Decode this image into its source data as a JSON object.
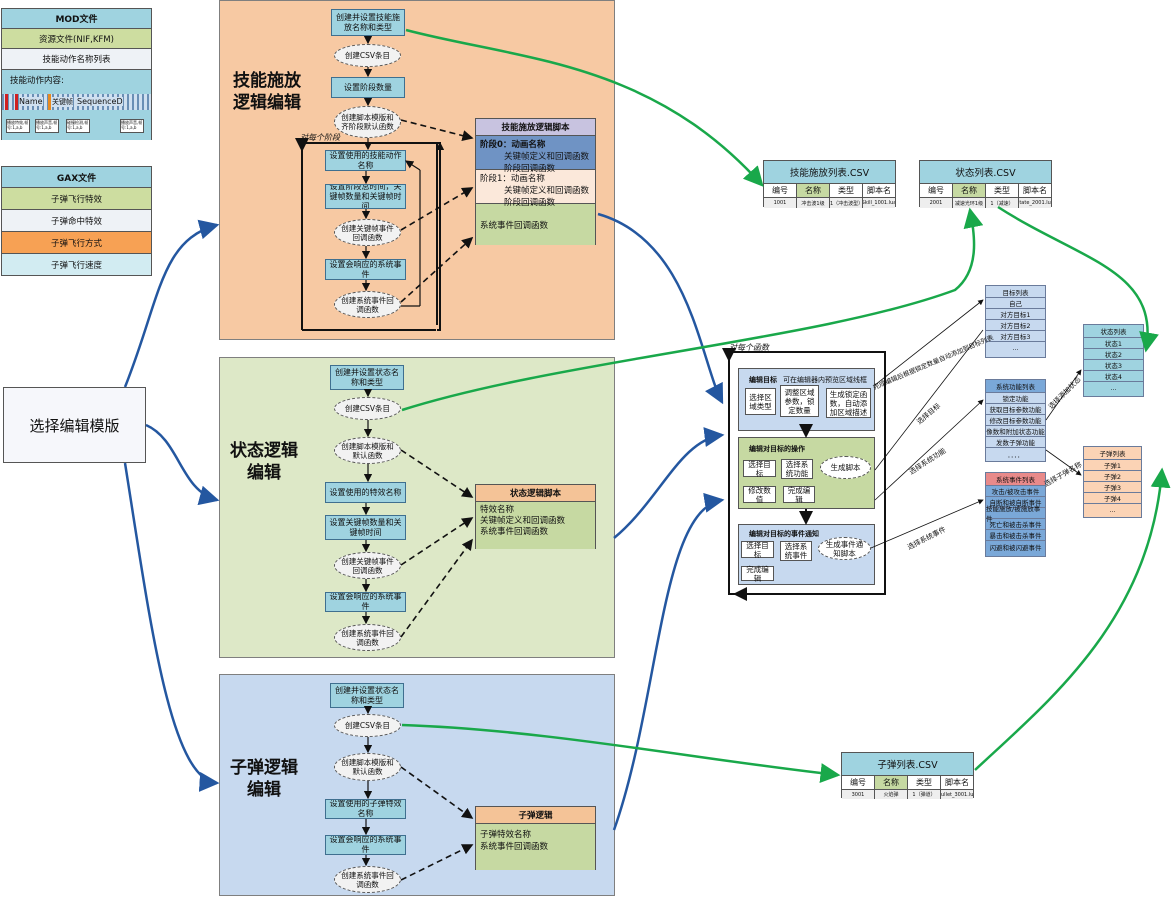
{
  "mod_list": {
    "title": "MOD文件",
    "items": [
      "资源文件(NIF,KFM)",
      "技能动作名称列表",
      "技能动作内容:"
    ],
    "strip_labels": [
      "Name",
      "关键帧",
      "SequenceD"
    ],
    "notes": [
      "播放特效,帧号:1,a,b",
      "播放声音,帧号:1,a,b",
      "碰撞检测,帧号:1,a,b",
      "播放声音,帧号:1,a,b"
    ]
  },
  "gax_list": {
    "title": "GAX文件",
    "items": [
      "子弹飞行特效",
      "子弹命中特效",
      "子弹飞行方式",
      "子弹飞行速度"
    ]
  },
  "select_template": "选择编辑模版",
  "skill_panel": {
    "title": "技能施放\n逻辑编辑",
    "loop_label": "对每个阶段",
    "steps": [
      "创建并设置技能施放名称和类型",
      "设置阶段数量",
      "设置使用的技能动作名称",
      "设置阶段总时间，关键帧数量和关键帧时间",
      "设置会响应的系统事件"
    ],
    "ovals": [
      "创建CSV条目",
      "创建脚本模版和齐阶段默认函数",
      "创建关键帧事件回调函数",
      "创建系统事件回调函数"
    ],
    "script": {
      "title": "技能施放逻辑脚本",
      "stage0": "阶段0：动画名称",
      "stage0_lines": [
        "关键帧定义和回调函数",
        "阶段回调函数"
      ],
      "stage1": "阶段1：动画名称",
      "stage1_lines": [
        "关键帧定义和回调函数",
        "阶段回调函数"
      ],
      "system": "系统事件回调函数"
    }
  },
  "state_panel": {
    "title": "状态逻辑\n编辑",
    "steps": [
      "创建并设置状态名称和类型",
      "设置使用的特效名称",
      "设置关键帧数量和关键帧时间",
      "设置会响应的系统事件"
    ],
    "ovals": [
      "创建CSV条目",
      "创建脚本模版和默认函数",
      "创建关键帧事件回调函数",
      "创建系统事件回调函数"
    ],
    "script": {
      "title": "状态逻辑脚本",
      "lines": [
        "特效名称",
        "关键帧定义和回调函数",
        "系统事件回调函数"
      ]
    }
  },
  "bullet_panel": {
    "title": "子弹逻辑\n编辑",
    "steps": [
      "创建并设置状态名称和类型",
      "设置使用的子弹特效名称",
      "设置会响应的系统事件"
    ],
    "ovals": [
      "创建CSV条目",
      "创建脚本模版和默认函数",
      "创建系统事件回调函数"
    ],
    "script": {
      "title": "子弹逻辑",
      "lines": [
        "子弹特效名称",
        "系统事件回调函数"
      ]
    }
  },
  "skill_csv": {
    "title": "技能施放列表.CSV",
    "headers": [
      "编号",
      "名称",
      "类型",
      "脚本名"
    ],
    "row": [
      "1001",
      "冲击波1级",
      "1（冲击波型）",
      "Skill_1001.lua"
    ]
  },
  "state_csv": {
    "title": "状态列表.CSV",
    "headers": [
      "编号",
      "名称",
      "类型",
      "脚本名"
    ],
    "row": [
      "2001",
      "减速光环1级",
      "1（减速）",
      "State_2001.lua"
    ]
  },
  "bullet_csv": {
    "title": "子弹列表.CSV",
    "headers": [
      "编号",
      "名称",
      "类型",
      "脚本名"
    ],
    "row": [
      "3001",
      "火焰弹",
      "1（弹道）",
      "Bullet_3001.lua"
    ]
  },
  "func_area": {
    "loop_label": "对每个函数",
    "edit_target": {
      "title": "编辑目标",
      "hint": "可在编辑器内预览区域线框",
      "buttons": [
        "选择区域类型",
        "调整区域参数，锁定数量",
        "生成锁定函数，自动添加区域描述"
      ]
    },
    "target_ops": {
      "title": "编辑对目标的操作",
      "buttons": [
        "选择目标",
        "选择系统功能",
        "修改数值",
        "完成编辑"
      ],
      "oval": "生成脚本"
    },
    "notify": {
      "title": "编辑对目标的事件通知",
      "buttons": [
        "选择目标",
        "选择系统事件",
        "完成编辑"
      ],
      "oval": "生成事件通知脚本"
    }
  },
  "target_list": {
    "title": "目标列表",
    "items": [
      "自己",
      "对方目标1",
      "对方目标2",
      "对方目标3",
      "…"
    ]
  },
  "sysfunc_list": {
    "title": "系统功能列表",
    "items": [
      "锁定功能",
      "获取目标参数功能",
      "修改目标参数功能",
      "像数和附加状态功能",
      "发数子弹功能",
      "．．．．"
    ]
  },
  "sysevent_list": {
    "title": "系统事件列表",
    "items": [
      "攻击/被攻击事件",
      "自断和被自断事件",
      "技能施放/被施放事件",
      "死亡和被击杀事件",
      "暴击和被击杀事件",
      "闪避和被闪避事件"
    ]
  },
  "state_list": {
    "title": "状态列表",
    "items": [
      "状态1",
      "状态2",
      "状态3",
      "状态4",
      "…"
    ]
  },
  "bullet_list": {
    "title": "子弹列表",
    "items": [
      "子弹1",
      "子弹2",
      "子弹3",
      "子弹4",
      "…"
    ]
  },
  "edge_labels": {
    "lock": "完成编辑后根据锁定数量自动添加到目标列表",
    "target": "选择目标",
    "sysfunc": "选择系统功能",
    "sysevent": "选择系统事件",
    "state": "选择添加状态",
    "bullet": "选择子弹名称"
  },
  "colors": {
    "skill_bg": "#f7c9a3",
    "state_bg": "#dde8c7",
    "bullet_bg": "#c7d9ef",
    "box": "#9fd3e0",
    "green": "#19a84a",
    "blue": "#2457a0"
  }
}
